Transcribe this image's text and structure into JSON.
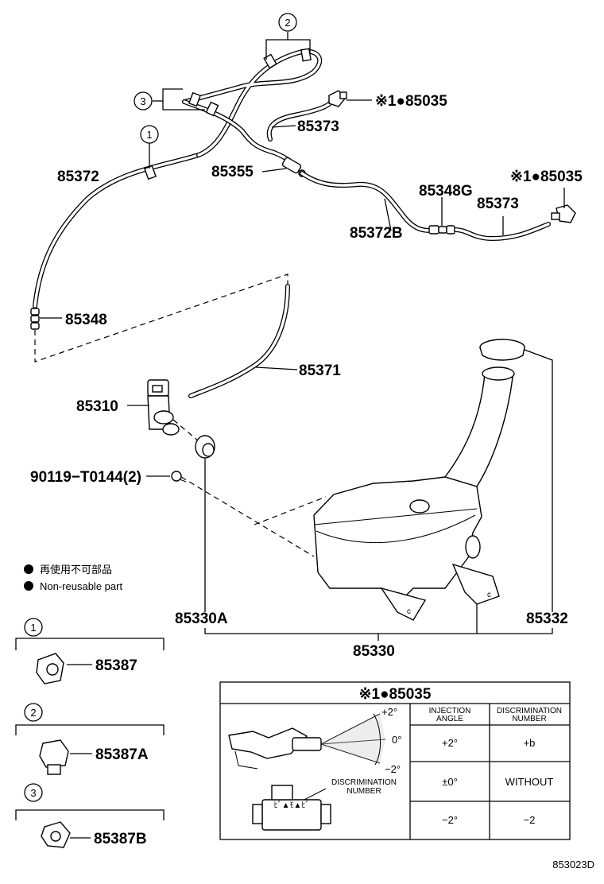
{
  "diagram_id": "853023D",
  "callouts": {
    "c1": "1",
    "c2": "2",
    "c3": "3"
  },
  "parts": {
    "p85035_a": "※1●85035",
    "p85373_a": "85373",
    "p85372": "85372",
    "p85355": "85355",
    "p85348g": "85348G",
    "p85035_b": "※1●85035",
    "p85373_b": "85373",
    "p85372b": "85372B",
    "p85348": "85348",
    "p85371": "85371",
    "p85310": "85310",
    "p90119": "90119−T0144(2)",
    "p85330a": "85330A",
    "p85332": "85332",
    "p85330": "85330"
  },
  "legend": {
    "jp": "再使用不可部品",
    "en": "Non-reusable part"
  },
  "clips": [
    {
      "num": "1",
      "part": "85387"
    },
    {
      "num": "2",
      "part": "85387A"
    },
    {
      "num": "3",
      "part": "85387B"
    }
  ],
  "nozzle_table": {
    "title": "※1●85035",
    "angle_plus": "+2°",
    "angle_zero": "0°",
    "angle_minus": "−2°",
    "disc_label": "DISCRIMINATION\nNUMBER",
    "nozzle_mark": "ﾋﾞ▲ﾓ▲ﾋﾞ",
    "headers": [
      "INJECTION ANGLE",
      "DISCRIMINATION NUMBER"
    ],
    "rows": [
      [
        "+2°",
        "+b"
      ],
      [
        "±0°",
        "WITHOUT"
      ],
      [
        "−2°",
        "−2"
      ]
    ]
  }
}
